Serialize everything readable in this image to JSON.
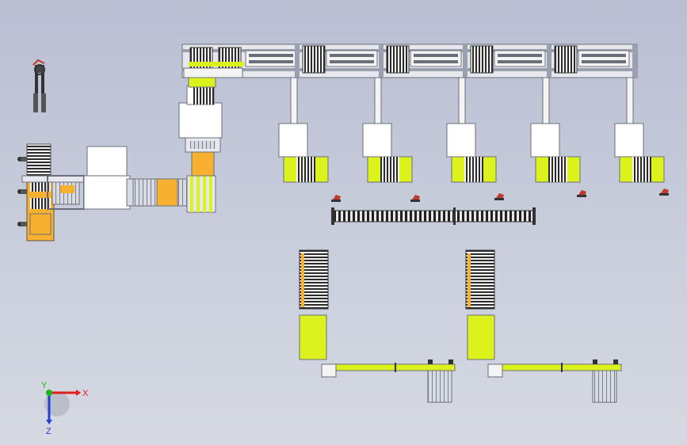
{
  "scene": {
    "type": "3D CAD assembly layout (top view)",
    "background": "#c6cbd9"
  },
  "triad": {
    "x_label": "X",
    "y_label": "Y",
    "z_label": "Z",
    "colors": {
      "x": "#e02020",
      "y": "#20b020",
      "z": "#2040d0"
    }
  },
  "palette": {
    "yellow_green": "#dcf21c",
    "orange": "#f7b030",
    "white": "#ffffff",
    "frame": "#6b6f7a",
    "dark": "#2b2b2b",
    "robot_red": "#c0392b"
  },
  "counts": {
    "top_conveyor_modules": 5,
    "packing_stations": 5,
    "small_robots": 5,
    "lower_lines": 2
  }
}
